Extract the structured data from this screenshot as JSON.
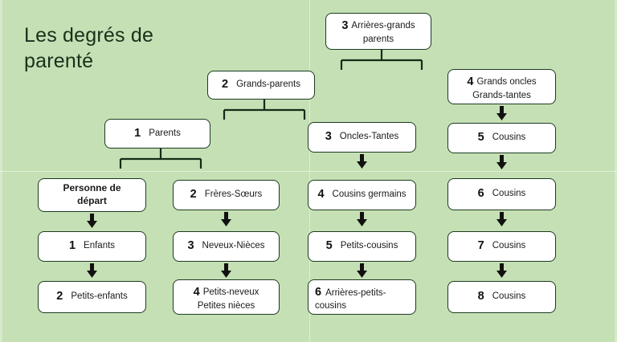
{
  "title": "Les degrés de parenté",
  "colors": {
    "background": "#c5e0b4",
    "node_fill": "#ffffff",
    "node_border": "#1d3a22",
    "text": "#1a1a1a",
    "title_text": "#17311b"
  },
  "nodes": {
    "arrieres_grands_parents": {
      "num": "3",
      "label": "Arrières-grands parents"
    },
    "grands_parents": {
      "num": "2",
      "label": "Grands-parents"
    },
    "grands_oncles": {
      "num": "4",
      "label_line1": "Grands oncles",
      "label_line2": "Grands-tantes"
    },
    "parents": {
      "num": "1",
      "label": "Parents"
    },
    "oncles_tantes": {
      "num": "3",
      "label": "Oncles-Tantes"
    },
    "cousins_5": {
      "num": "5",
      "label": "Cousins"
    },
    "personne_de_depart": {
      "num": "",
      "label_line1": "Personne de",
      "label_line2": "départ"
    },
    "freres_soeurs": {
      "num": "2",
      "label": "Frères-Sœurs"
    },
    "cousins_germains": {
      "num": "4",
      "label": "Cousins germains"
    },
    "cousins_6": {
      "num": "6",
      "label": "Cousins"
    },
    "enfants": {
      "num": "1",
      "label": "Enfants"
    },
    "neveux_nieces": {
      "num": "3",
      "label": "Neveux-Nièces"
    },
    "petits_cousins": {
      "num": "5",
      "label": "Petits-cousins"
    },
    "cousins_7": {
      "num": "7",
      "label": "Cousins"
    },
    "petits_enfants": {
      "num": "2",
      "label": "Petits-enfants"
    },
    "petits_neveux": {
      "num": "4",
      "label_line1": "Petits-neveux",
      "label_line2": "Petites nièces"
    },
    "arrieres_petits_cousins": {
      "num": "6",
      "label": "Arrières-petits-cousins"
    },
    "cousins_8": {
      "num": "8",
      "label": "Cousins"
    }
  },
  "connectors": {
    "arrow_icon": "down-arrow-icon",
    "bracket_icon": "bracket-connector-icon"
  }
}
